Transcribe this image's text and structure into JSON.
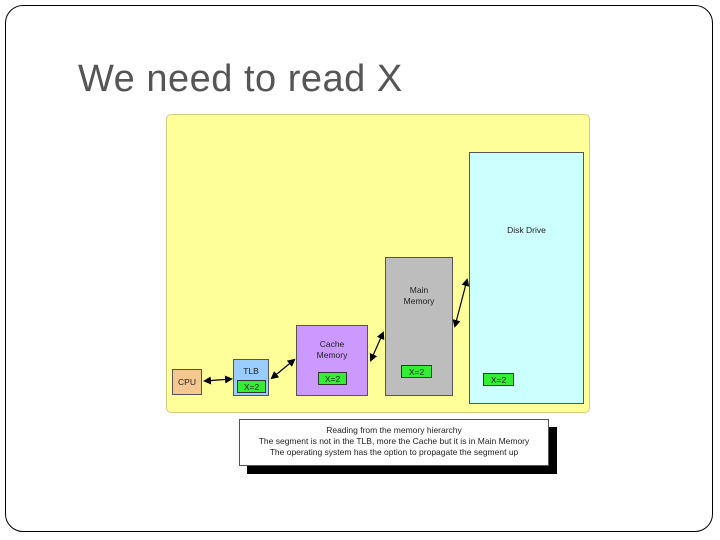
{
  "slide": {
    "title": "We need to read X"
  },
  "diagram": {
    "cpu": {
      "label": "CPU"
    },
    "tlb": {
      "label": "TLB",
      "value": "X=2"
    },
    "cache": {
      "label_line1": "Cache",
      "label_line2": "Memory",
      "value": "X=2"
    },
    "main_memory": {
      "label_line1": "Main",
      "label_line2": "Memory",
      "value": "X=2"
    },
    "disk": {
      "label": "Disk Drive",
      "value": "X=2"
    },
    "colors": {
      "background": "#ffff99",
      "cpu": "#f5c891",
      "tlb": "#99ccff",
      "cache": "#cc99ff",
      "main_memory": "#bdbdbd",
      "disk": "#ccffff",
      "value_box": "#33ee33"
    }
  },
  "caption": {
    "line1": "Reading from the memory hierarchy",
    "line2": "The segment is not in the TLB, more the Cache but it is in Main Memory",
    "line3": "The operating system has the option to propagate the segment up"
  }
}
